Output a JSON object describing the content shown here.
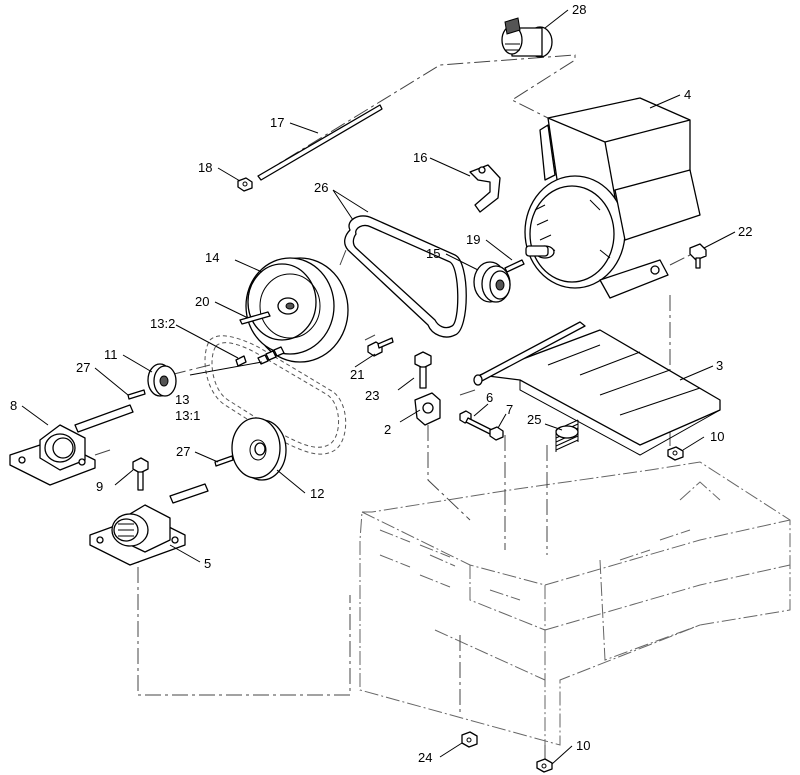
{
  "callouts": {
    "c28": "28",
    "c4": "4",
    "c17": "17",
    "c16": "16",
    "c18": "18",
    "c26": "26",
    "c19": "19",
    "c22": "22",
    "c15": "15",
    "c14": "14",
    "c20": "20",
    "c13_2": "13:2",
    "c21": "21",
    "c3": "3",
    "c11": "11",
    "c27a": "27",
    "c23": "23",
    "c8": "8",
    "c13": "13",
    "c13_1": "13:1",
    "c6": "6",
    "c7": "7",
    "c25": "25",
    "c2": "2",
    "c10a": "10",
    "c27b": "27",
    "c9": "9",
    "c12": "12",
    "c5": "5",
    "c24": "24",
    "c10b": "10"
  }
}
